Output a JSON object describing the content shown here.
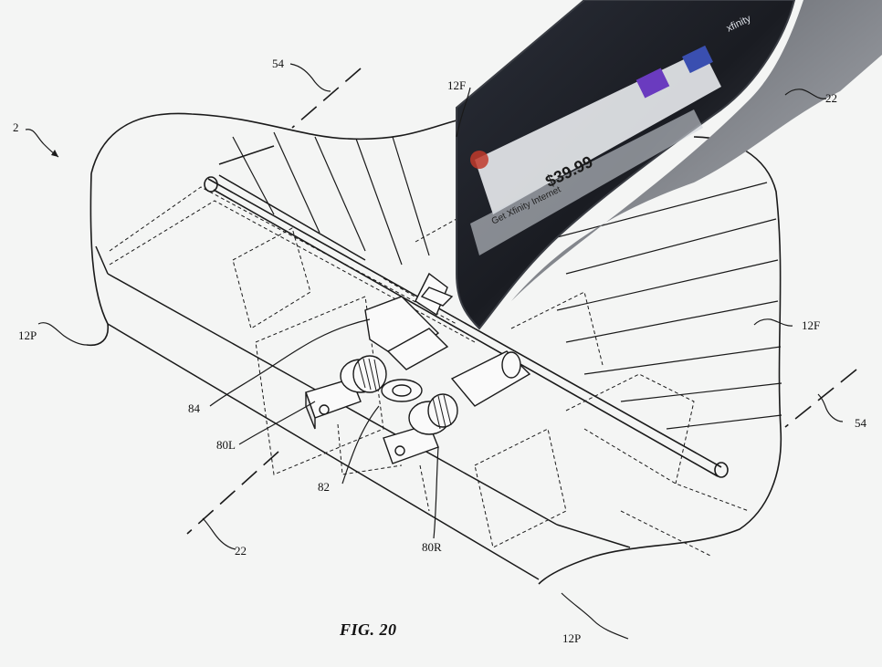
{
  "figure": {
    "caption": "FIG. 20",
    "reference_labels": {
      "device": "2",
      "axis_top": "54",
      "axis_right": "54",
      "flap_label_top": "12F",
      "flap_label_right": "12F",
      "panel_label_left": "12P",
      "panel_label_bottom": "12P",
      "display_label_top": "22",
      "display_label_bottom": "22",
      "spacer": "84",
      "hinge_left": "80L",
      "center_gear": "82",
      "hinge_right": "80R"
    }
  },
  "screen_overlay": {
    "price_text": "$39.99",
    "headline": "Get Xfinity Internet",
    "brand": "xfinity"
  },
  "colors": {
    "line": "#1a1a1a",
    "paper": "#f4f5f4",
    "screen_dark": "#1b1e26",
    "screen_edge": "#3a3d44"
  }
}
